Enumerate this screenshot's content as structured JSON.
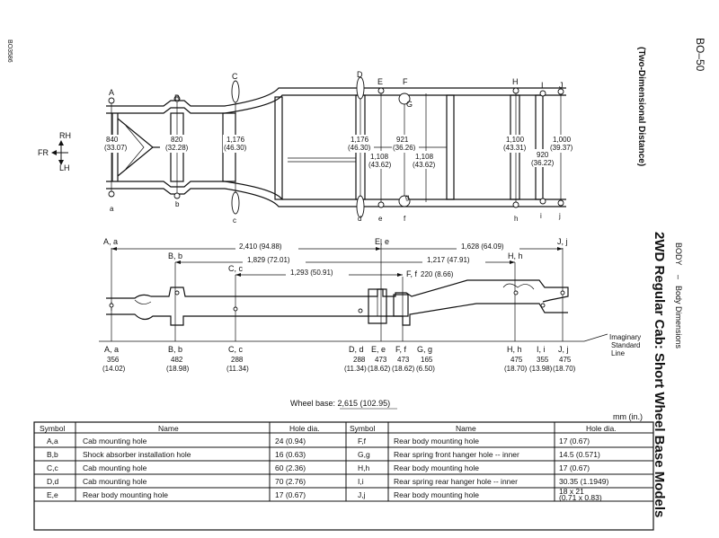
{
  "header": {
    "page_number": "BO–50",
    "section": "BODY",
    "separator": "–",
    "subsection": "Body Dimensions",
    "title": "2WD Regular Cab: Short Wheel Base Models",
    "subtitle": "(Two-Dimensional Distance)",
    "figure_code": "BO3586"
  },
  "orientation": {
    "rh": "RH",
    "fr": "FR",
    "lh": "LH"
  },
  "top_view": {
    "upper_labels": [
      "A",
      "B",
      "C",
      "D",
      "E",
      "F",
      "G",
      "H",
      "I",
      "J"
    ],
    "lower_labels": [
      "a",
      "b",
      "c",
      "d",
      "e",
      "g",
      "f",
      "h",
      "i",
      "j"
    ],
    "dims": [
      {
        "mm": "840",
        "in": "(33.07)"
      },
      {
        "mm": "820",
        "in": "(32.28)"
      },
      {
        "mm": "1,176",
        "in": "(46.30)"
      },
      {
        "mm": "1,176",
        "in": "(46.30)"
      },
      {
        "mm": "1,108",
        "in": "(43.62)"
      },
      {
        "mm": "921",
        "in": "(36.26)"
      },
      {
        "mm": "1,108",
        "in": "(43.62)"
      },
      {
        "mm": "1,100",
        "in": "(43.31)"
      },
      {
        "mm": "920",
        "in": "(36.22)"
      },
      {
        "mm": "1,000",
        "in": "(39.37)"
      }
    ]
  },
  "side_view": {
    "top_labels": {
      "aa": "A, a",
      "bb": "B, b",
      "cc": "C, c",
      "ee": "E, e",
      "ff": "F, f",
      "hh": "H, h",
      "jj": "J, j"
    },
    "dims": [
      {
        "value": "2,410 (94.88)"
      },
      {
        "value": "1,628 (64.09)"
      },
      {
        "value": "1,829 (72.01)"
      },
      {
        "value": "1,217 (47.91)"
      },
      {
        "value": "1,293 (50.91)"
      },
      {
        "value": "220 (8.66)"
      }
    ],
    "bottom_points": [
      {
        "label": "A, a",
        "mm": "356",
        "in": "(14.02)"
      },
      {
        "label": "B, b",
        "mm": "482",
        "in": "(18.98)"
      },
      {
        "label": "C, c",
        "mm": "288",
        "in": "(11.34)"
      },
      {
        "label": "D, d",
        "mm": "288",
        "in": "(11.34)"
      },
      {
        "label": "E, e",
        "mm": "473",
        "in": "(18.62)"
      },
      {
        "label": "F, f",
        "mm": "473",
        "in": "(18.62)"
      },
      {
        "label": "G, g",
        "mm": "165",
        "in": "(6.50)"
      },
      {
        "label": "H, h",
        "mm": "475",
        "in": "(18.70)"
      },
      {
        "label": "I, i",
        "mm": "355",
        "in": "(13.98)"
      },
      {
        "label": "J, j",
        "mm": "475",
        "in": "(18.70)"
      }
    ],
    "imaginary_line": [
      "Imaginary",
      "Standard",
      "Line"
    ]
  },
  "wheel_base": "Wheel base:  2,615 (102.95)",
  "units": "mm (in.)",
  "table": {
    "headers": [
      "Symbol",
      "Name",
      "Hole dia.",
      "Symbol",
      "Name",
      "Hole dia."
    ],
    "left_rows": [
      {
        "symbol": "A,a",
        "name": "Cab mounting hole",
        "dia": "24 (0.94)"
      },
      {
        "symbol": "B,b",
        "name": "Shock absorber installation hole",
        "dia": "16 (0.63)"
      },
      {
        "symbol": "C,c",
        "name": "Cab mounting hole",
        "dia": "60 (2.36)"
      },
      {
        "symbol": "D,d",
        "name": "Cab mounting hole",
        "dia": "70 (2.76)"
      },
      {
        "symbol": "E,e",
        "name": "Rear body mounting hole",
        "dia": "17 (0.67)"
      }
    ],
    "right_rows": [
      {
        "symbol": "F,f",
        "name": "Rear body mounting hole",
        "dia": "17 (0.67)"
      },
      {
        "symbol": "G,g",
        "name": "Rear spring front hanger hole -- inner",
        "dia": "14.5 (0.571)"
      },
      {
        "symbol": "H,h",
        "name": "Rear body mounting hole",
        "dia": "17 (0.67)"
      },
      {
        "symbol": "I,i",
        "name": "Rear spring rear hanger hole -- inner",
        "dia": "30.35 (1.1949)"
      },
      {
        "symbol": "J,j",
        "name": "Rear body mounting hole",
        "dia": "18 x 21",
        "dia2": "(0.71 x 0.83)"
      }
    ]
  }
}
